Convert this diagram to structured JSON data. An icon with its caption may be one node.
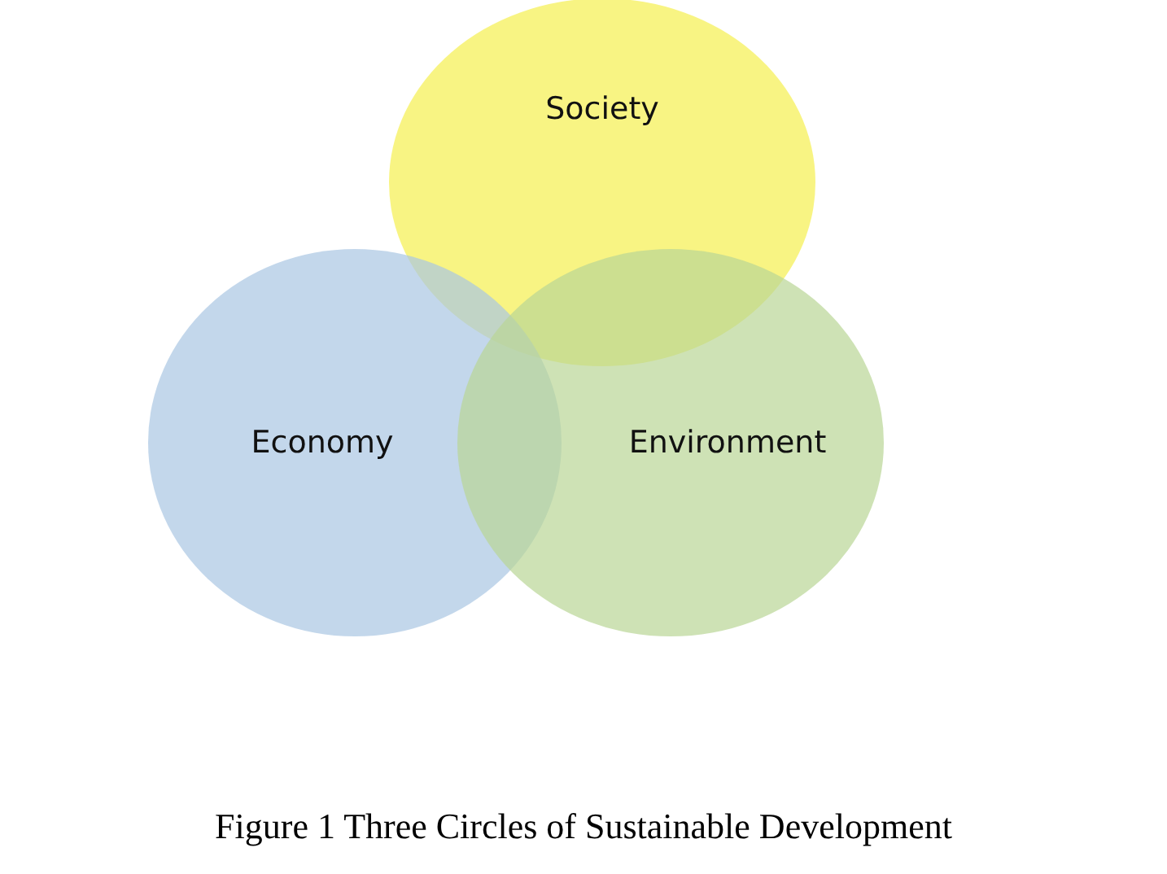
{
  "diagram": {
    "caption": "Figure 1 Three Circles of Sustainable Development",
    "nodes": [
      {
        "text": [
          "Society"
        ]
      },
      {
        "text": [
          "Economy"
        ]
      },
      {
        "text": [
          "Environment"
        ]
      }
    ],
    "edges": []
  }
}
